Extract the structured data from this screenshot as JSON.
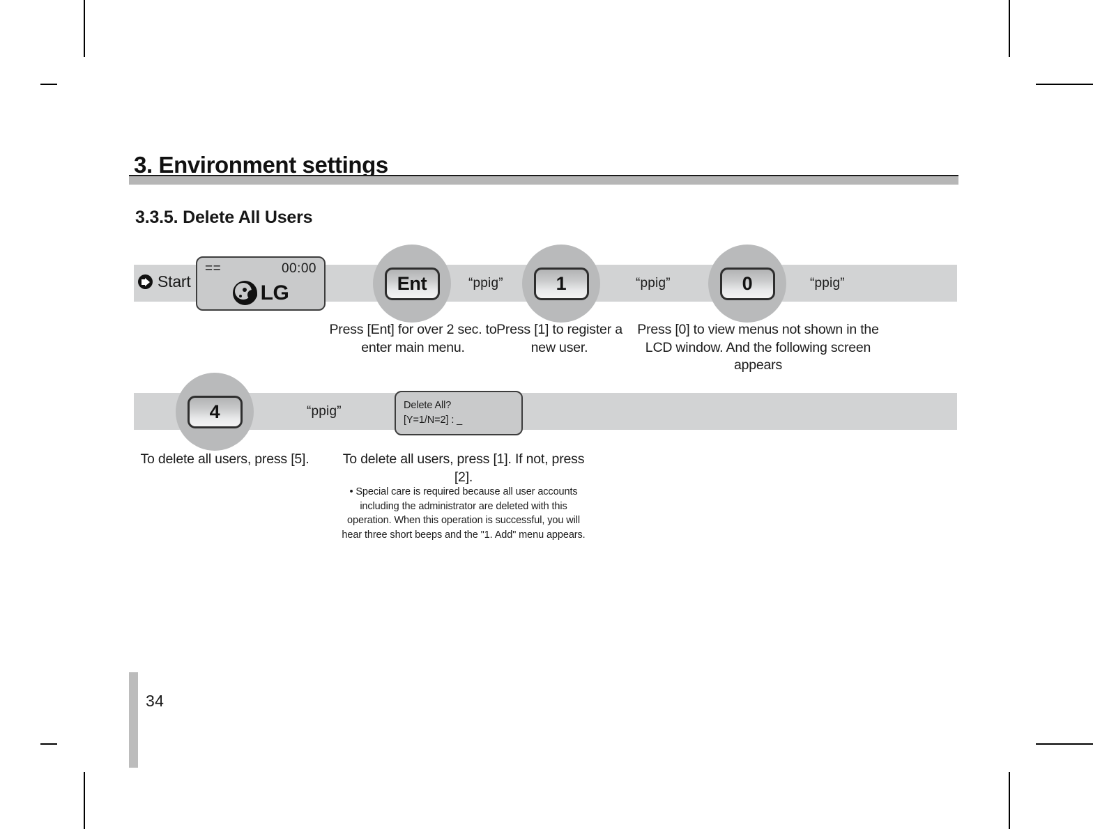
{
  "page": {
    "number": "34",
    "chapter_title": "3. Environment settings",
    "section_title": "3.3.5. Delete All Users"
  },
  "flow": {
    "start_label": "Start",
    "lcd_main": {
      "status_left": "==",
      "status_right": "00:00",
      "brand_text": "LG"
    },
    "beeps": {
      "beep_1": "“ppig”",
      "beep_2": "“ppig”",
      "beep_3": "“ppig”",
      "beep_4": "“ppig”"
    },
    "keys": {
      "ent": "Ent",
      "one": "1",
      "zero": "0",
      "four": "4"
    },
    "dialog": {
      "line1": "Delete All?",
      "line2": "[Y=1/N=2] : _"
    },
    "captions": {
      "ent": "Press [Ent] for over 2 sec. to enter main menu.",
      "one": "Press [1] to register a new user.",
      "zero": "Press [0] to view menus not shown in the LCD window. And the following screen appears",
      "four": "To delete all users, press [5].",
      "dialog": "To delete all users, press [1]. If not, press [2].",
      "fine_print": "• Special care is required because all user accounts including the administrator are deleted with this operation. When this operation is successful, you will hear three short beeps and the \"1. Add\" menu appears."
    }
  },
  "colors": {
    "band": "#d2d3d4",
    "node_circle": "#b9babb",
    "rule_thick": "#b6b6b6",
    "side_bar": "#bcbcbc",
    "lcd_fill": "#c9cacb",
    "ink": "#1a1a1a"
  }
}
